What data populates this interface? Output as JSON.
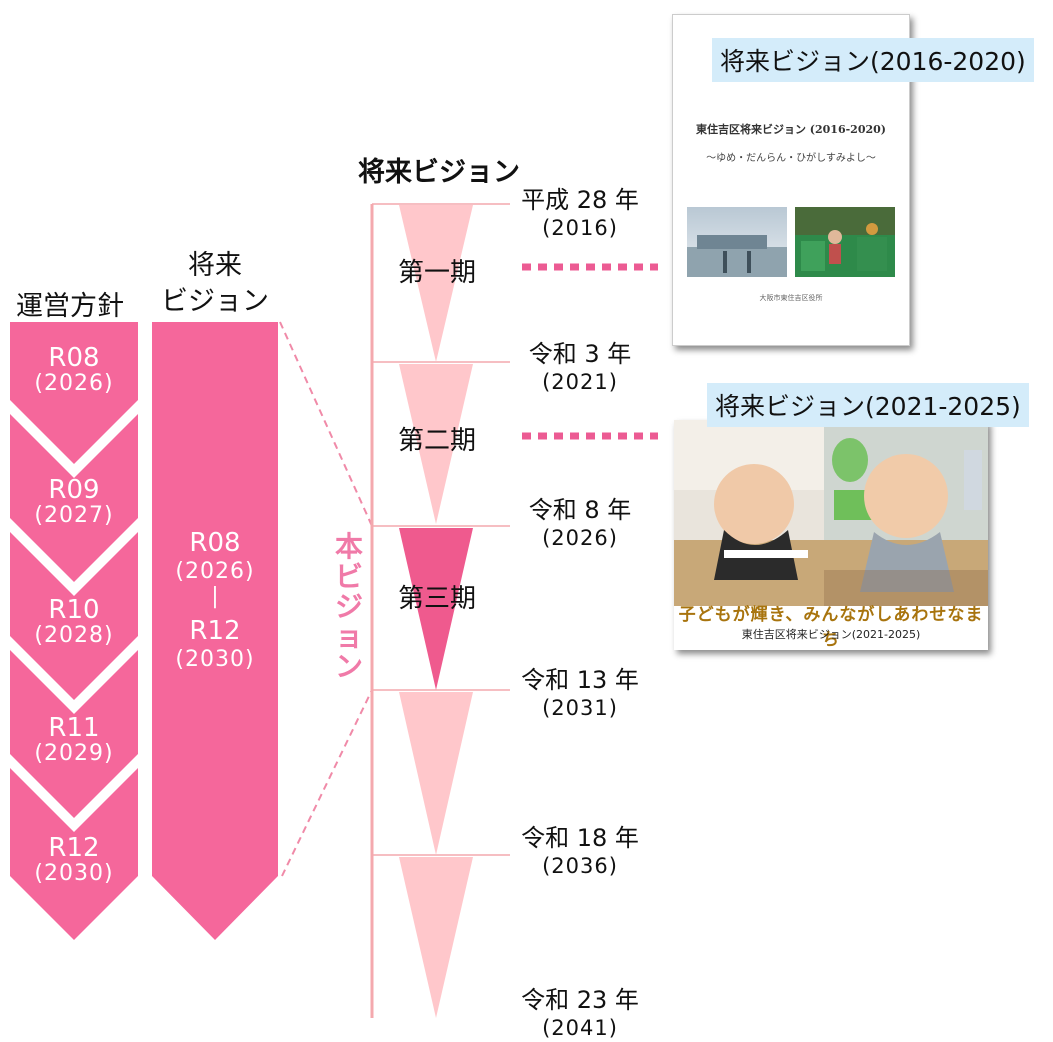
{
  "columns": {
    "policy_title": "運営方針",
    "vision_title_line1": "将来",
    "vision_title_line2": "ビジョン"
  },
  "policy_chevrons": [
    {
      "code": "R08",
      "year": "(2026)"
    },
    {
      "code": "R09",
      "year": "(2027)"
    },
    {
      "code": "R10",
      "year": "(2028)"
    },
    {
      "code": "R11",
      "year": "(2029)"
    },
    {
      "code": "R12",
      "year": "(2030)"
    }
  ],
  "vision_block": {
    "start_code": "R08",
    "start_year": "(2026)",
    "separator": "|",
    "end_code": "R12",
    "end_year": "(2030)"
  },
  "hon_vision_chars": [
    "本",
    "ビ",
    "ジ",
    "ョ",
    "ン"
  ],
  "timeline": {
    "title": "将来ビジョン",
    "eras": [
      {
        "label": "平成 28 年",
        "year": "(2016)"
      },
      {
        "label": "令和 3 年",
        "year": "(2021)"
      },
      {
        "label": "令和 8 年",
        "year": "(2026)"
      },
      {
        "label": "令和 13 年",
        "year": "(2031)"
      },
      {
        "label": "令和 18 年",
        "year": "(2036)"
      },
      {
        "label": "令和 23 年",
        "year": "(2041)"
      }
    ],
    "periods": [
      "第一期",
      "第二期",
      "第三期"
    ]
  },
  "documents": [
    {
      "tag": "将来ビジョン(2016-2020)",
      "cover_title": "東住吉区将来ビジョン (2016-2020)",
      "cover_subtitle": "～ゆめ・だんらん・ひがしすみよし～",
      "cover_footer": "大阪市東住吉区役所"
    },
    {
      "tag": "将来ビジョン(2021-2025)",
      "banner": "子どもが輝き、みんながしあわせなまち",
      "caption": "東住吉区将来ビジョン(2021-2025)"
    }
  ],
  "colors": {
    "pink_main": "#f5679b",
    "pink_dark": "#ef5a8e",
    "pink_light": "#ffc7cb",
    "timeline_line": "#f4a9ae",
    "dashed": "#f08aa8",
    "dotted": "#ec5b93",
    "tag_bg": "#d4ecfa"
  }
}
